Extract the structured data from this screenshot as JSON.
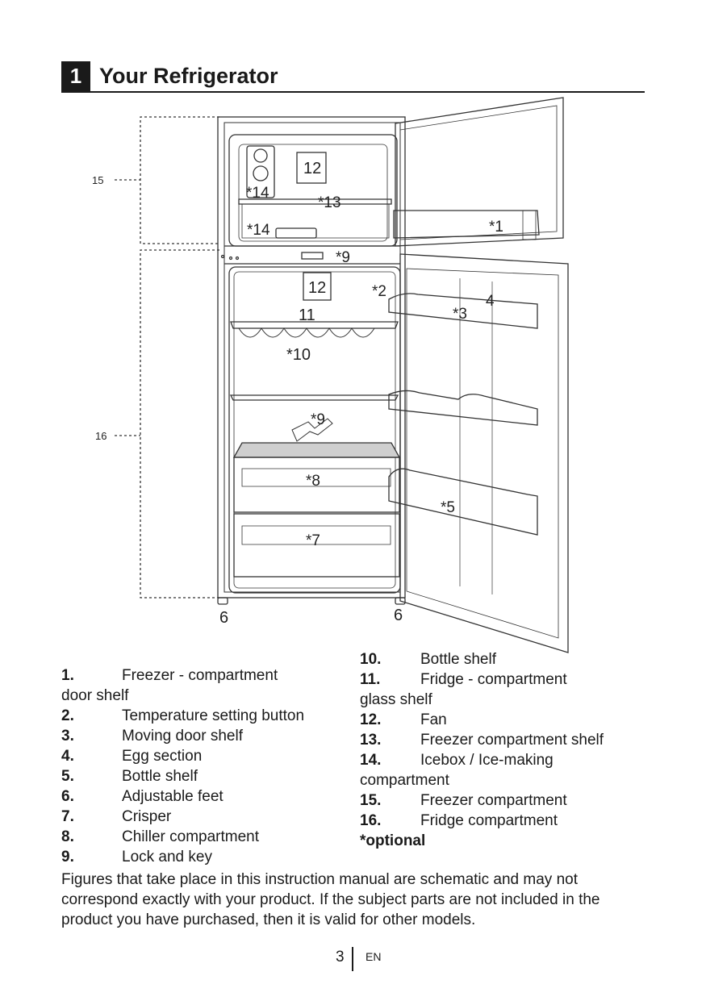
{
  "heading": {
    "number": "1",
    "title": "Your Refrigerator"
  },
  "figure": {
    "labels": {
      "l15": "15",
      "l16": "16",
      "l12a": "12",
      "l12b": "12",
      "l14a": "*14",
      "l14b": "*14",
      "l13": "*13",
      "l1": "*1",
      "l9a": "*9",
      "l9b": "*9",
      "l2": "*2",
      "l3": "*3",
      "l4": "4",
      "l11": "11",
      "l10": "*10",
      "l8": "*8",
      "l5": "*5",
      "l7": "*7",
      "l6a": "6",
      "l6b": "6"
    }
  },
  "legend_left": [
    {
      "num": "1.",
      "text": "Freezer - compartment",
      "cont": "door shelf"
    },
    {
      "num": "2.",
      "text": "Temperature setting button"
    },
    {
      "num": "3.",
      "text": "Moving door shelf"
    },
    {
      "num": "4.",
      "text": "Egg section"
    },
    {
      "num": "5.",
      "text": "Bottle shelf"
    },
    {
      "num": "6.",
      "text": "Adjustable feet"
    },
    {
      "num": "7.",
      "text": "Crisper"
    },
    {
      "num": "8.",
      "text": "Chiller compartment"
    },
    {
      "num": "9.",
      "text": "Lock and key"
    }
  ],
  "legend_right": [
    {
      "num": "10.",
      "text": "Bottle shelf"
    },
    {
      "num": "11.",
      "text": "Fridge - compartment",
      "cont": "glass shelf"
    },
    {
      "num": "12.",
      "text": "Fan"
    },
    {
      "num": "13.",
      "text": "Freezer compartment shelf"
    },
    {
      "num": "14.",
      "text": "Icebox / Ice-making",
      "cont": "compartment"
    },
    {
      "num": "15.",
      "text": "Freezer compartment"
    },
    {
      "num": "16.",
      "text": "Fridge compartment"
    }
  ],
  "optional_note": "*optional",
  "note": "Figures that take place in this instruction manual are schematic and may not correspond exactly with your product. If the subject parts are not included in the product you have purchased, then it is valid for other models.",
  "footer": {
    "page": "3",
    "lang": "EN"
  }
}
